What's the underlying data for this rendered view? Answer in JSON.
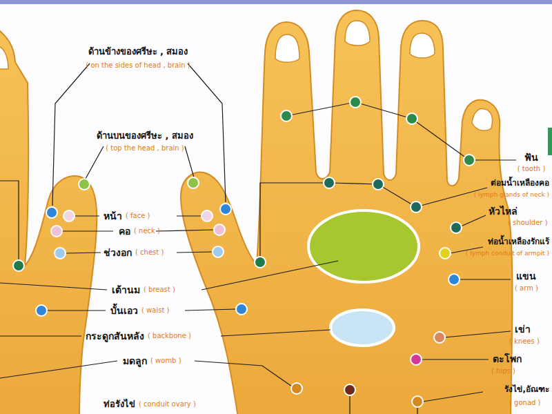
{
  "diagram": {
    "labels": [
      "ด้านข้างของศรีษะ , สมอง",
      "( on the sides of head , brain )",
      "ด้านบนของศรีษะ , สมอง",
      "( top the head , brain )",
      "หน้า",
      "( face )",
      "คอ",
      "( neck )",
      "ช่วงอก",
      "( chest )",
      "เต้านม",
      "( breast )",
      "บั้นเอว",
      "( waist )",
      "กระดูกสันหลัง",
      "( backbone )",
      "มดลูก",
      "( womb )",
      "ท่อรังไข่",
      "( conduit ovary )",
      "ฟัน",
      "( tooth )",
      "ต่อมน้ำเหลืองคอ",
      "( lymph glands of neck )",
      "หัวไหล่",
      "( shoulder )",
      "ท่อน้ำเหลืองรักแร้",
      "( lymph conduit of armpit )",
      "แขน",
      "( arm )",
      "เข่า",
      "( knees )",
      "ตะโพก",
      "( hips )",
      "รังไข่,อัณฑะ",
      "( gonad )"
    ]
  }
}
